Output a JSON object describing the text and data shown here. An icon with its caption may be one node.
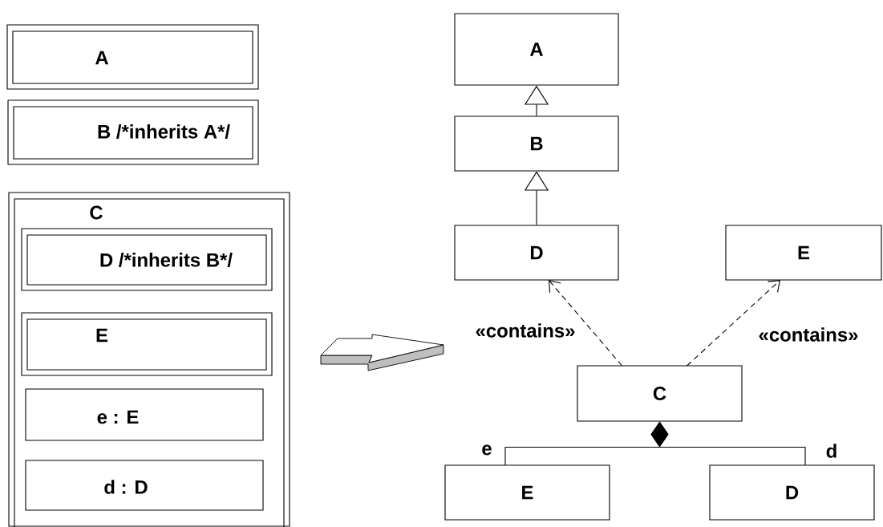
{
  "diagram": {
    "nodes": [
      {
        "text": [
          "A"
        ]
      },
      {
        "text": [
          "B /*inherits A*/"
        ]
      },
      {
        "text": [
          "C"
        ]
      },
      {
        "text": [
          "D /*inherits B*/"
        ],
        "in": 2
      },
      {
        "text": [
          "E"
        ],
        "in": 2
      },
      {
        "text": [
          "e : E"
        ],
        "in": 2
      },
      {
        "text": [
          "d : D"
        ],
        "in": 2
      },
      {
        "text": [
          "A"
        ]
      },
      {
        "text": [
          "B"
        ]
      },
      {
        "text": [
          "D"
        ]
      },
      {
        "text": [
          "E"
        ]
      },
      {
        "text": [
          "C"
        ]
      },
      {
        "text": [
          "E"
        ]
      },
      {
        "text": [
          "D"
        ]
      }
    ],
    "edges": [
      {
        "from": 8,
        "to": 7,
        "arrow": "to"
      },
      {
        "from": 9,
        "to": 8,
        "arrow": "to"
      },
      {
        "from": 11,
        "to": 9,
        "arrow": "to",
        "style": "dashed",
        "label": "«contains»"
      },
      {
        "from": 11,
        "to": 10,
        "arrow": "to",
        "style": "dashed",
        "label": "«contains»"
      },
      {
        "from": 11,
        "to": 12,
        "arrow": "other",
        "label": "e"
      },
      {
        "from": 11,
        "to": 13,
        "arrow": "other",
        "label": "d"
      }
    ]
  }
}
